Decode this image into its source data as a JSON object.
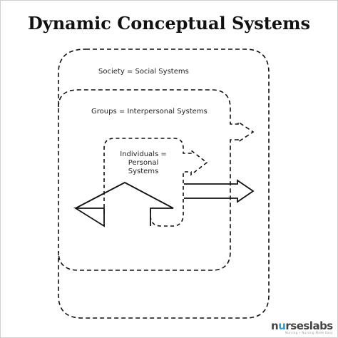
{
  "title": "Dynamic Conceptual Systems",
  "systems": {
    "society": "Society = Social Systems",
    "groups": "Groups = Interpersonal Systems",
    "individuals": "Individuals = Personal Systems"
  },
  "brand": {
    "prefix": "n",
    "accent": "u",
    "suffix": "rseslabs",
    "tagline": "Nursing • Nursing Made Easy"
  }
}
